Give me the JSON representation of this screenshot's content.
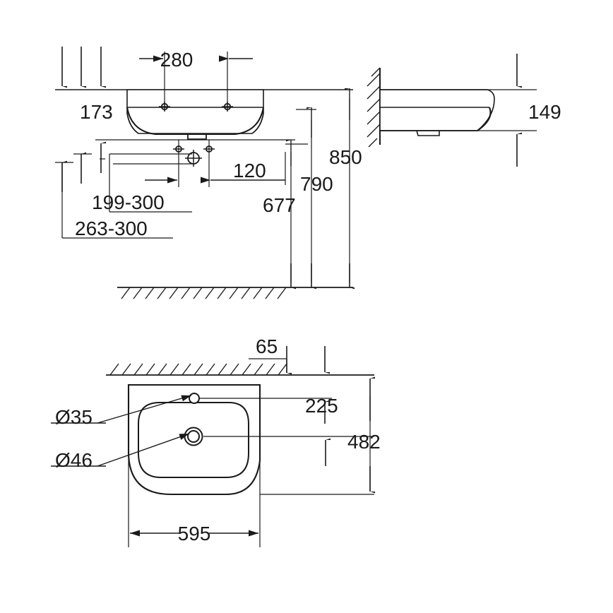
{
  "drawing": {
    "title": "Washbasin dimensional drawing",
    "units": "mm",
    "line_color": "#1a1a1a",
    "background_color": "#ffffff"
  },
  "front_elevation": {
    "name": "front-elevation-view",
    "dimensions": {
      "tap_hole_spacing": "280",
      "basin_depth_top": "173",
      "tap_hole_offset": "120",
      "bracket_range_upper": "199-300",
      "bracket_range_lower": "263-300",
      "waste_height": "677",
      "rim_height_alt": "790",
      "rim_height": "850"
    }
  },
  "side_elevation": {
    "name": "side-elevation-view",
    "dimensions": {
      "basin_height": "149"
    }
  },
  "plan_view": {
    "name": "plan-view",
    "dimensions": {
      "wall_offset": "65",
      "tap_hole_from_wall": "225",
      "basin_depth": "482",
      "basin_width": "595"
    },
    "callouts": {
      "tap_hole_diameter": "Ø35",
      "waste_hole_diameter": "Ø46"
    }
  }
}
